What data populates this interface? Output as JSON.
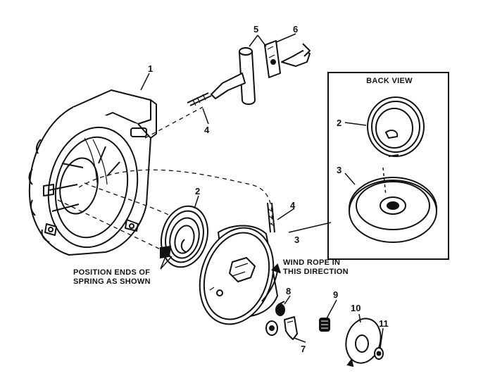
{
  "figure": {
    "callouts": [
      "1",
      "2",
      "3",
      "4",
      "5",
      "6",
      "7",
      "8",
      "9",
      "10",
      "11"
    ],
    "callout_inset_2": "2",
    "callout_inset_3": "3",
    "callout_back_2": "2",
    "callout_back_3": "3",
    "callout_back_4": "4"
  },
  "inset": {
    "title": "BACK VIEW"
  },
  "notes": {
    "spring_line1": "POSITION ENDS OF",
    "spring_line2": "SPRING AS SHOWN",
    "rope_line1": "WIND ROPE IN",
    "rope_line2": "THIS DIRECTION"
  }
}
